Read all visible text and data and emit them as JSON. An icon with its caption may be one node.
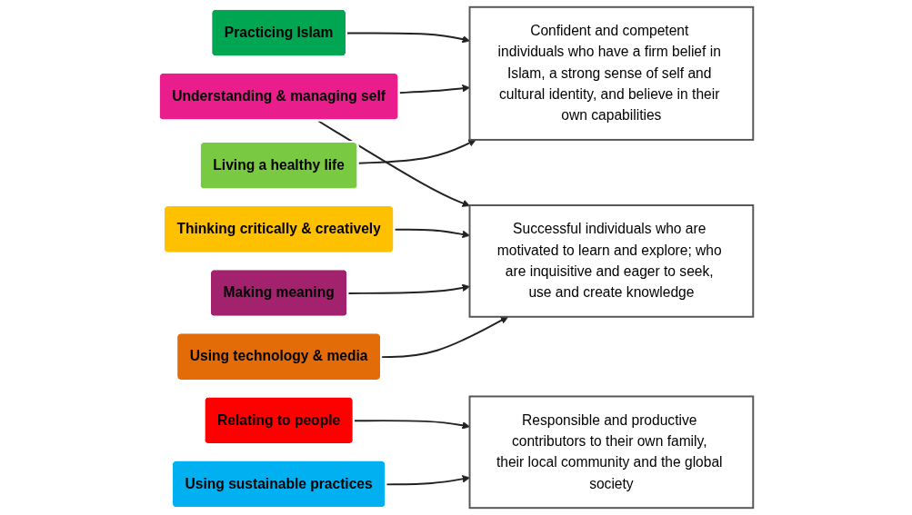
{
  "diagram": {
    "nodes": [
      {
        "text": [
          "Practicing Islam"
        ]
      },
      {
        "text": [
          "Understanding & managing self"
        ]
      },
      {
        "text": [
          "Living a healthy life"
        ]
      },
      {
        "text": [
          "Relating to people"
        ]
      },
      {
        "text": [
          "Successful individuals who are motivated to learn and explore; who are inquisitive and eager to seek, use and create knowledge"
        ]
      },
      {
        "text": [
          "Confident and competent individuals who have a firm belief in Islam, a strong sense of self and cultural identity, and believe in their own capabilities"
        ]
      },
      {
        "text": [
          "Responsible and productive contributors to their own family, their local community and the global society"
        ]
      },
      {
        "text": [
          "Thinking critically & creatively"
        ]
      },
      {
        "text": [
          "Making meaning"
        ]
      },
      {
        "text": [
          "Using technology & media"
        ]
      },
      {
        "text": [
          "Using sustainable practices"
        ]
      }
    ],
    "edges": [
      {
        "from": 0,
        "to": 5,
        "arrow": "to"
      },
      {
        "from": 1,
        "to": 4,
        "arrow": "to"
      },
      {
        "from": 1,
        "to": 5,
        "arrow": "to"
      },
      {
        "from": 2,
        "to": 5,
        "arrow": "to"
      },
      {
        "from": 3,
        "to": 6,
        "arrow": "to"
      },
      {
        "from": 7,
        "to": 4,
        "arrow": "to"
      },
      {
        "from": 8,
        "to": 4,
        "arrow": "to"
      },
      {
        "from": 9,
        "to": 4,
        "arrow": "to"
      },
      {
        "from": 10,
        "to": 6,
        "arrow": "to"
      }
    ]
  }
}
